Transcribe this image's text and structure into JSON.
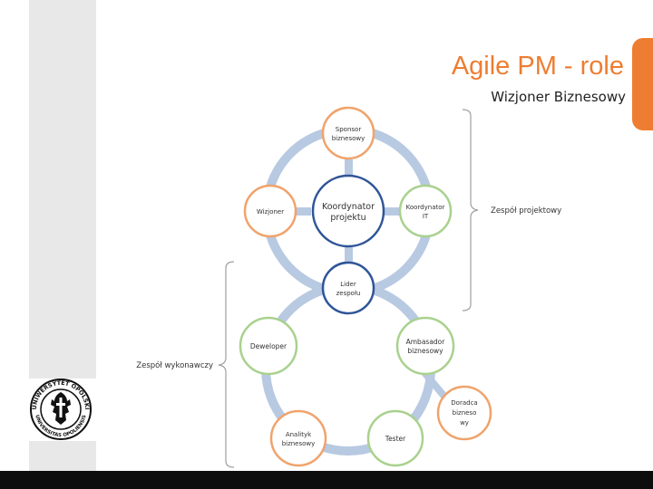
{
  "slide": {
    "title": "Agile PM - role",
    "subtitle": "Wizjoner Biznesowy"
  },
  "logo": {
    "text_top": "UNIWERSYTET OPOLSKI",
    "text_bottom": "UNIVERSITAS OPOLIENSIS"
  },
  "diagram": {
    "center": [
      "Koordynator",
      "projektu"
    ],
    "roles": {
      "sponsor": [
        "Sponsor",
        "biznesowy"
      ],
      "koordynator_it": [
        "Koordynator",
        "IT"
      ],
      "wizjoner": [
        "Wizjoner"
      ],
      "lider": [
        "Lider",
        "zespołu"
      ],
      "deweloper": [
        "Deweloper"
      ],
      "ambasador": [
        "Ambasador",
        "biznesowy"
      ],
      "doradca": [
        "Doradca",
        "bizneso",
        "wy"
      ],
      "analityk": [
        "Analityk",
        "biznesowy"
      ],
      "tester": [
        "Tester"
      ]
    },
    "groups": {
      "projektowy": "Zespół projektowy",
      "wykonawczy": "Zespół wykonawczy"
    }
  },
  "colors": {
    "accent": "#ee7d31",
    "ring": "#b8c9e2",
    "node_orange": "#f0a36c",
    "node_green": "#a9d18e",
    "node_blue": "#2f5597"
  }
}
